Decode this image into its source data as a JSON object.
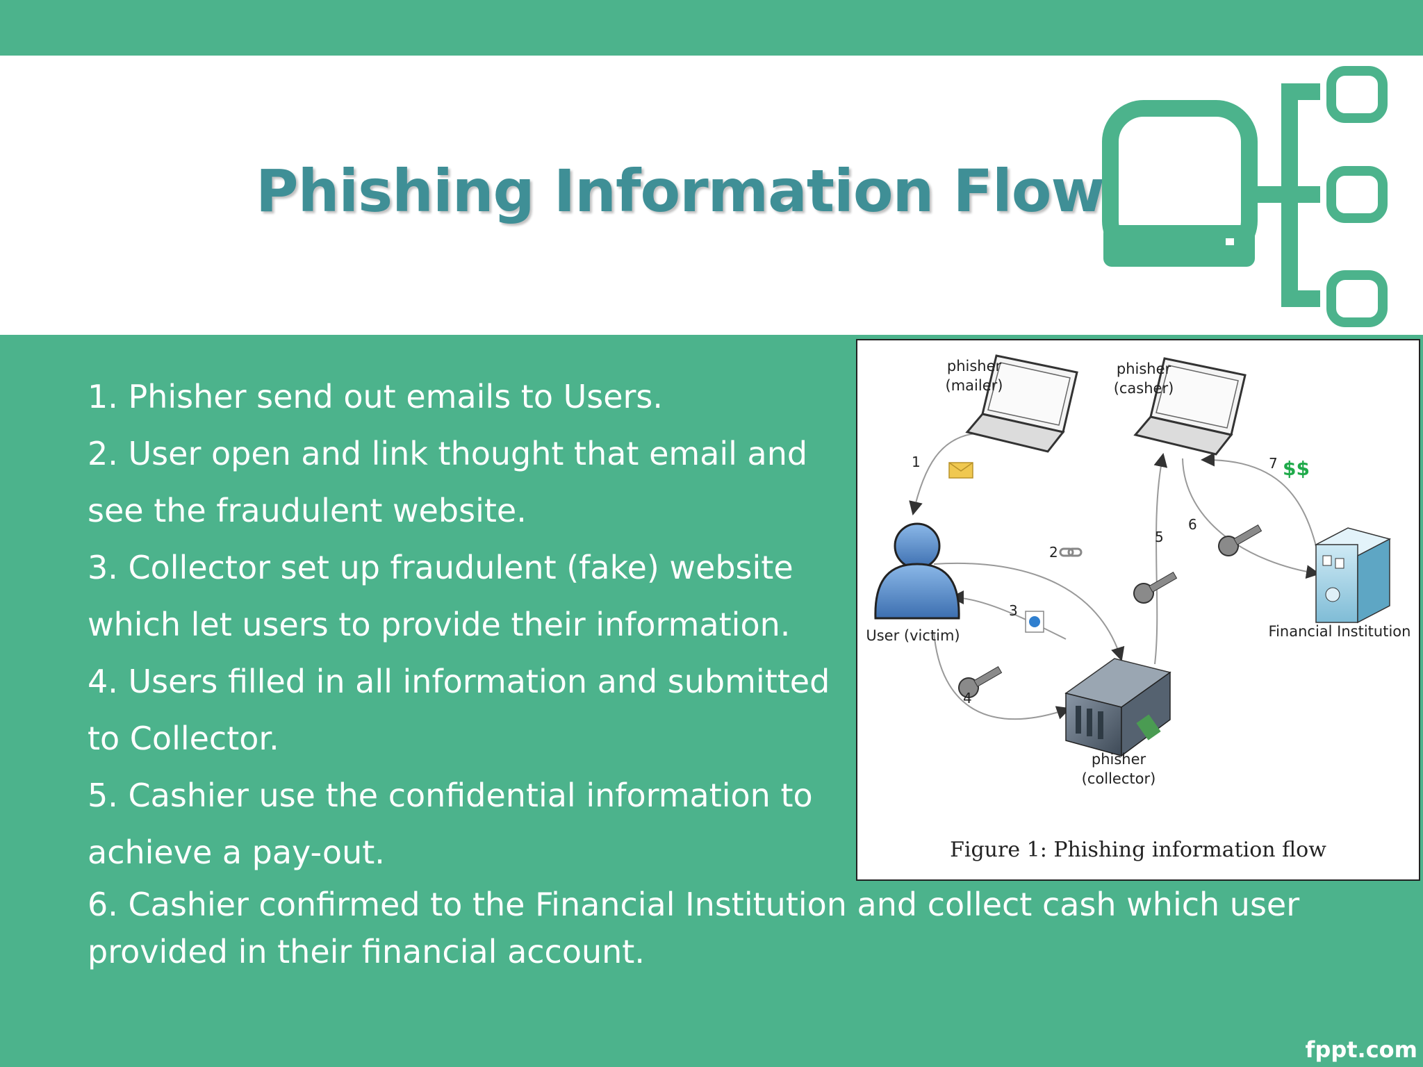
{
  "slide": {
    "title": "Phishing Information Flow",
    "watermark": "fppt.com",
    "colors": {
      "accent_green": "#4cb38c",
      "title_teal": "#3f8f96",
      "background_white": "#ffffff"
    },
    "logo_icon": "network-computer-icon"
  },
  "steps": [
    "1. Phisher send out emails to Users.",
    "2. User open and link thought that email and",
    "see the fraudulent website.",
    "3. Collector set up fraudulent (fake) website",
    "which let users to provide their information.",
    "4. Users filled in all information and submitted",
    "to Collector.",
    " 5. Cashier use the confidential information to",
    "achieve a pay-out.",
    "6. Cashier confirmed to the Financial Institution and collect cash which user",
    "provided in their financial account."
  ],
  "figure": {
    "caption": "Figure 1: Phishing information flow",
    "nodes": {
      "mailer": [
        "phisher",
        "(mailer)"
      ],
      "casher": [
        "phisher",
        "(casher)"
      ],
      "user": "User (victim)",
      "collector": [
        "phisher",
        "(collector)"
      ],
      "bank": "Financial Institution"
    },
    "edge_numbers": [
      "1",
      "2",
      "3",
      "4",
      "5",
      "6",
      "7"
    ],
    "money_label": "$$",
    "icons": [
      "laptop-icon",
      "envelope-icon",
      "user-icon",
      "server-icon",
      "key-icon",
      "bank-building-icon",
      "webpage-icon",
      "link-icon"
    ]
  }
}
